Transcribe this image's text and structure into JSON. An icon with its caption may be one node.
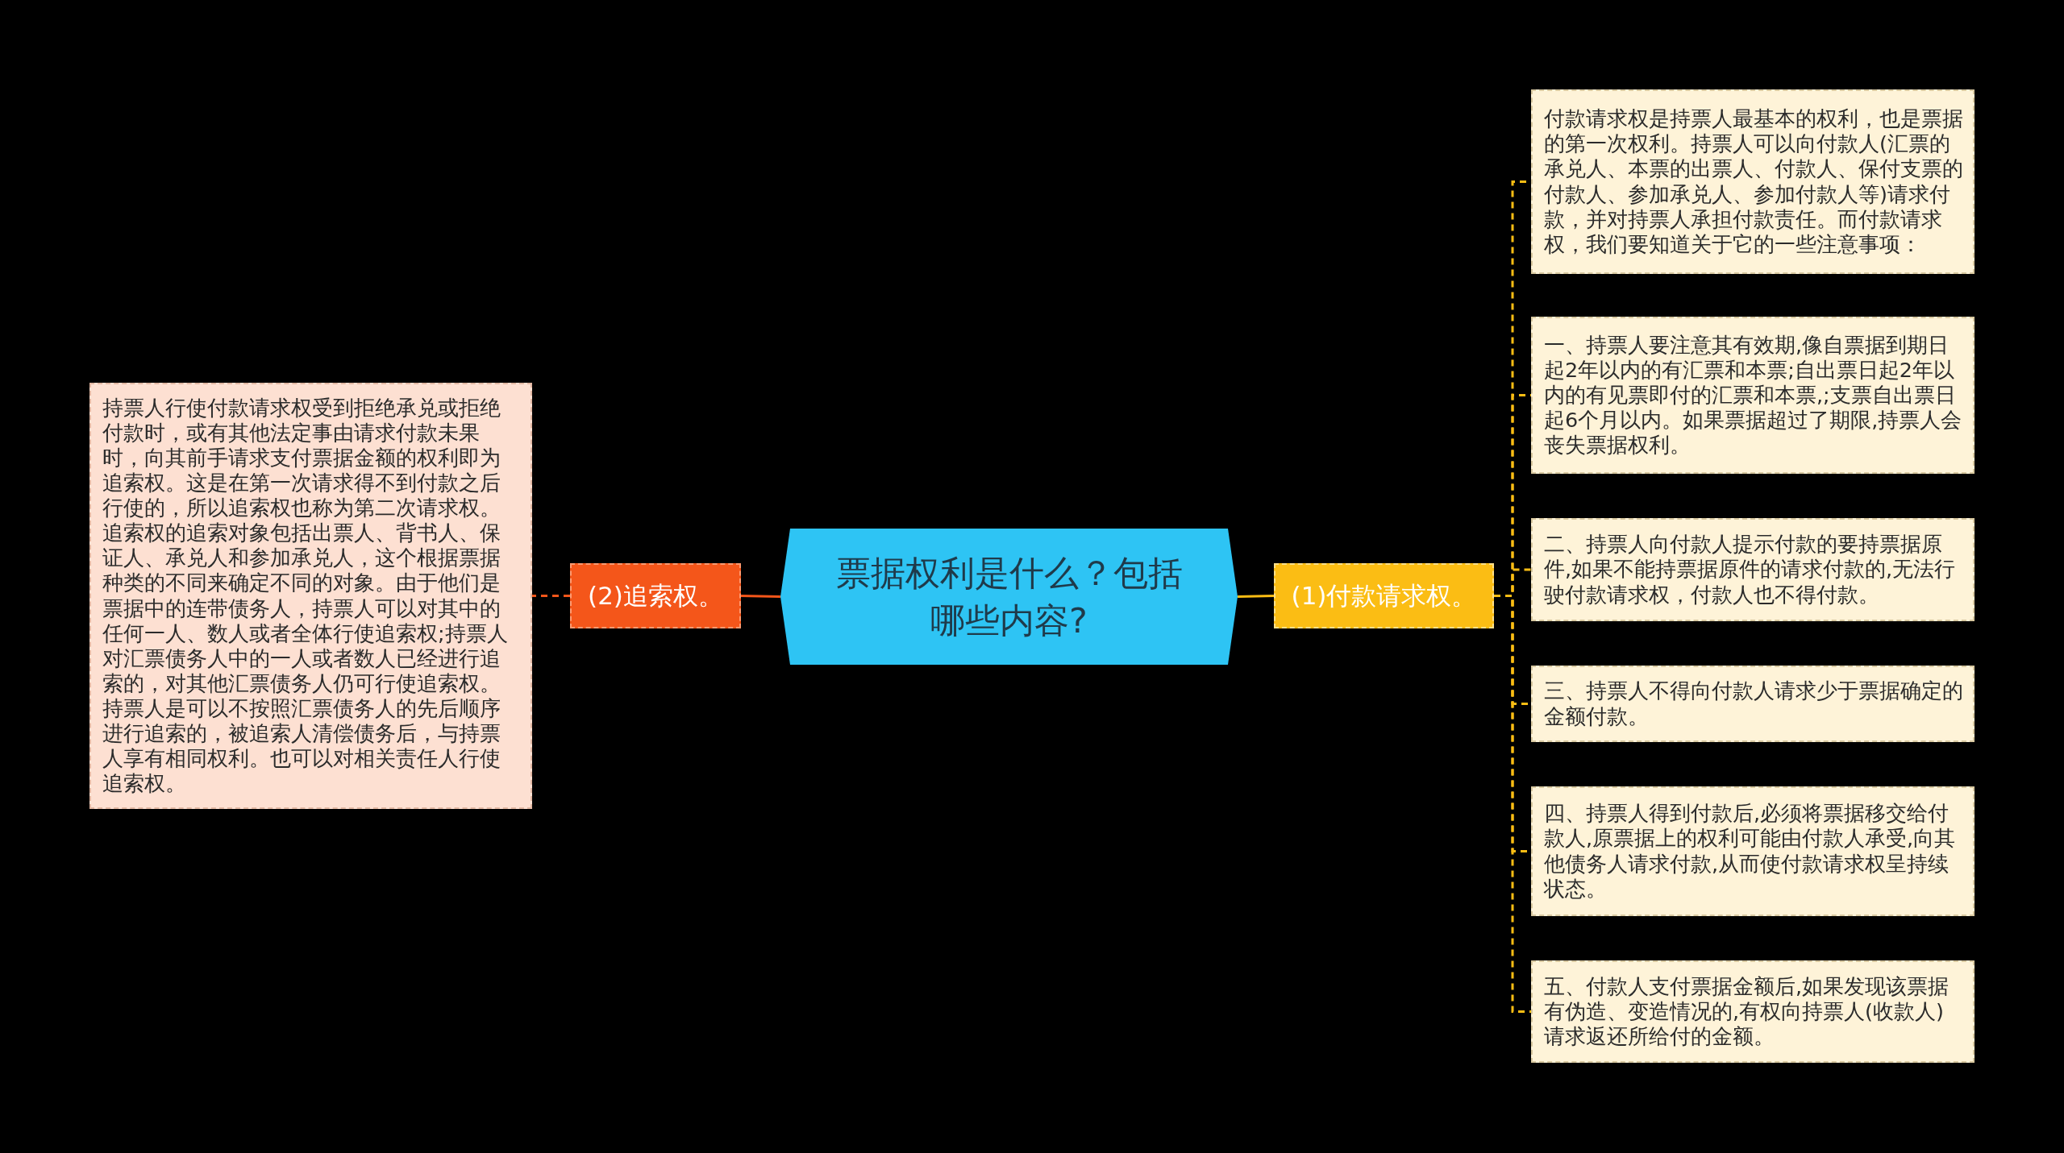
{
  "diagram": {
    "nodes": [
      {
        "text": [
          "票据权利是什么？包括哪些内容?"
        ]
      },
      {
        "text": [
          "(2)追索权。"
        ]
      },
      {
        "text": [
          "持票人行使付款请求权受到拒绝承兑或拒绝付款时，或有其他法定事由请求付款未果时，向其前手请求支付票据金额的权利即为追索权。这是在第一次请求得不到付款之后行使的，所以追索权也称为第二次请求权。追索权的追索对象包括出票人、背书人、保证人、承兑人和参加承兑人，这个根据票据种类的不同来确定不同的对象。由于他们是票据中的连带债务人，持票人可以对其中的任何一人、数人或者全体行使追索权;持票人对汇票债务人中的一人或者数人已经进行追索的，对其他汇票债务人仍可行使追索权。持票人是可以不按照汇票债务人的先后顺序进行追索的，被追索人清偿债务后，与持票人享有相同权利。也可以对相关责任人行使追索权。"
        ]
      },
      {
        "text": [
          "(1)付款请求权。"
        ]
      },
      {
        "text": [
          "付款请求权是持票人最基本的权利，也是票据的第一次权利。持票人可以向付款人(汇票的承兑人、本票的出票人、付款人、保付支票的付款人、参加承兑人、参加付款人等)请求付款，并对持票人承担付款责任。而付款请求权，我们要知道关于它的一些注意事项："
        ]
      },
      {
        "text": [
          "一、持票人要注意其有效期,像自票据到期日起2年以内的有汇票和本票;自出票日起2年以内的有见票即付的汇票和本票,;支票自出票日起6个月以内。如果票据超过了期限,持票人会丧失票据权利。"
        ]
      },
      {
        "text": [
          "二、持票人向付款人提示付款的要持票据原件,如果不能持票据原件的请求付款的,无法行驶付款请求权，付款人也不得付款。"
        ]
      },
      {
        "text": [
          "三、持票人不得向付款人请求少于票据确定的金额付款。"
        ]
      },
      {
        "text": [
          "四、持票人得到付款后,必须将票据移交给付款人,原票据上的权利可能由付款人承受,向其他债务人请求付款,从而使付款请求权呈持续状态。"
        ]
      },
      {
        "text": [
          "五、付款人支付票据金额后,如果发现该票据有伪造、变造情况的,有权向持票人(收款人)请求返还所给付的金额。"
        ]
      }
    ],
    "edges": [
      {
        "from": 0,
        "to": 1,
        "arrow": "none",
        "color": "#f4561a"
      },
      {
        "from": 1,
        "to": 2,
        "arrow": "none",
        "style": "dashed",
        "color": "#f4561a"
      },
      {
        "from": 0,
        "to": 3,
        "arrow": "none"
      },
      {
        "from": 3,
        "to": 4,
        "arrow": "none",
        "style": "dashed"
      },
      {
        "from": 3,
        "to": 5,
        "arrow": "none",
        "style": "dashed"
      },
      {
        "from": 3,
        "to": 6,
        "arrow": "none",
        "style": "dashed"
      },
      {
        "from": 3,
        "to": 7,
        "arrow": "none",
        "style": "dashed"
      },
      {
        "from": 3,
        "to": 8,
        "arrow": "none",
        "style": "dashed"
      },
      {
        "from": 3,
        "to": 9,
        "arrow": "none",
        "style": "dashed"
      }
    ]
  }
}
